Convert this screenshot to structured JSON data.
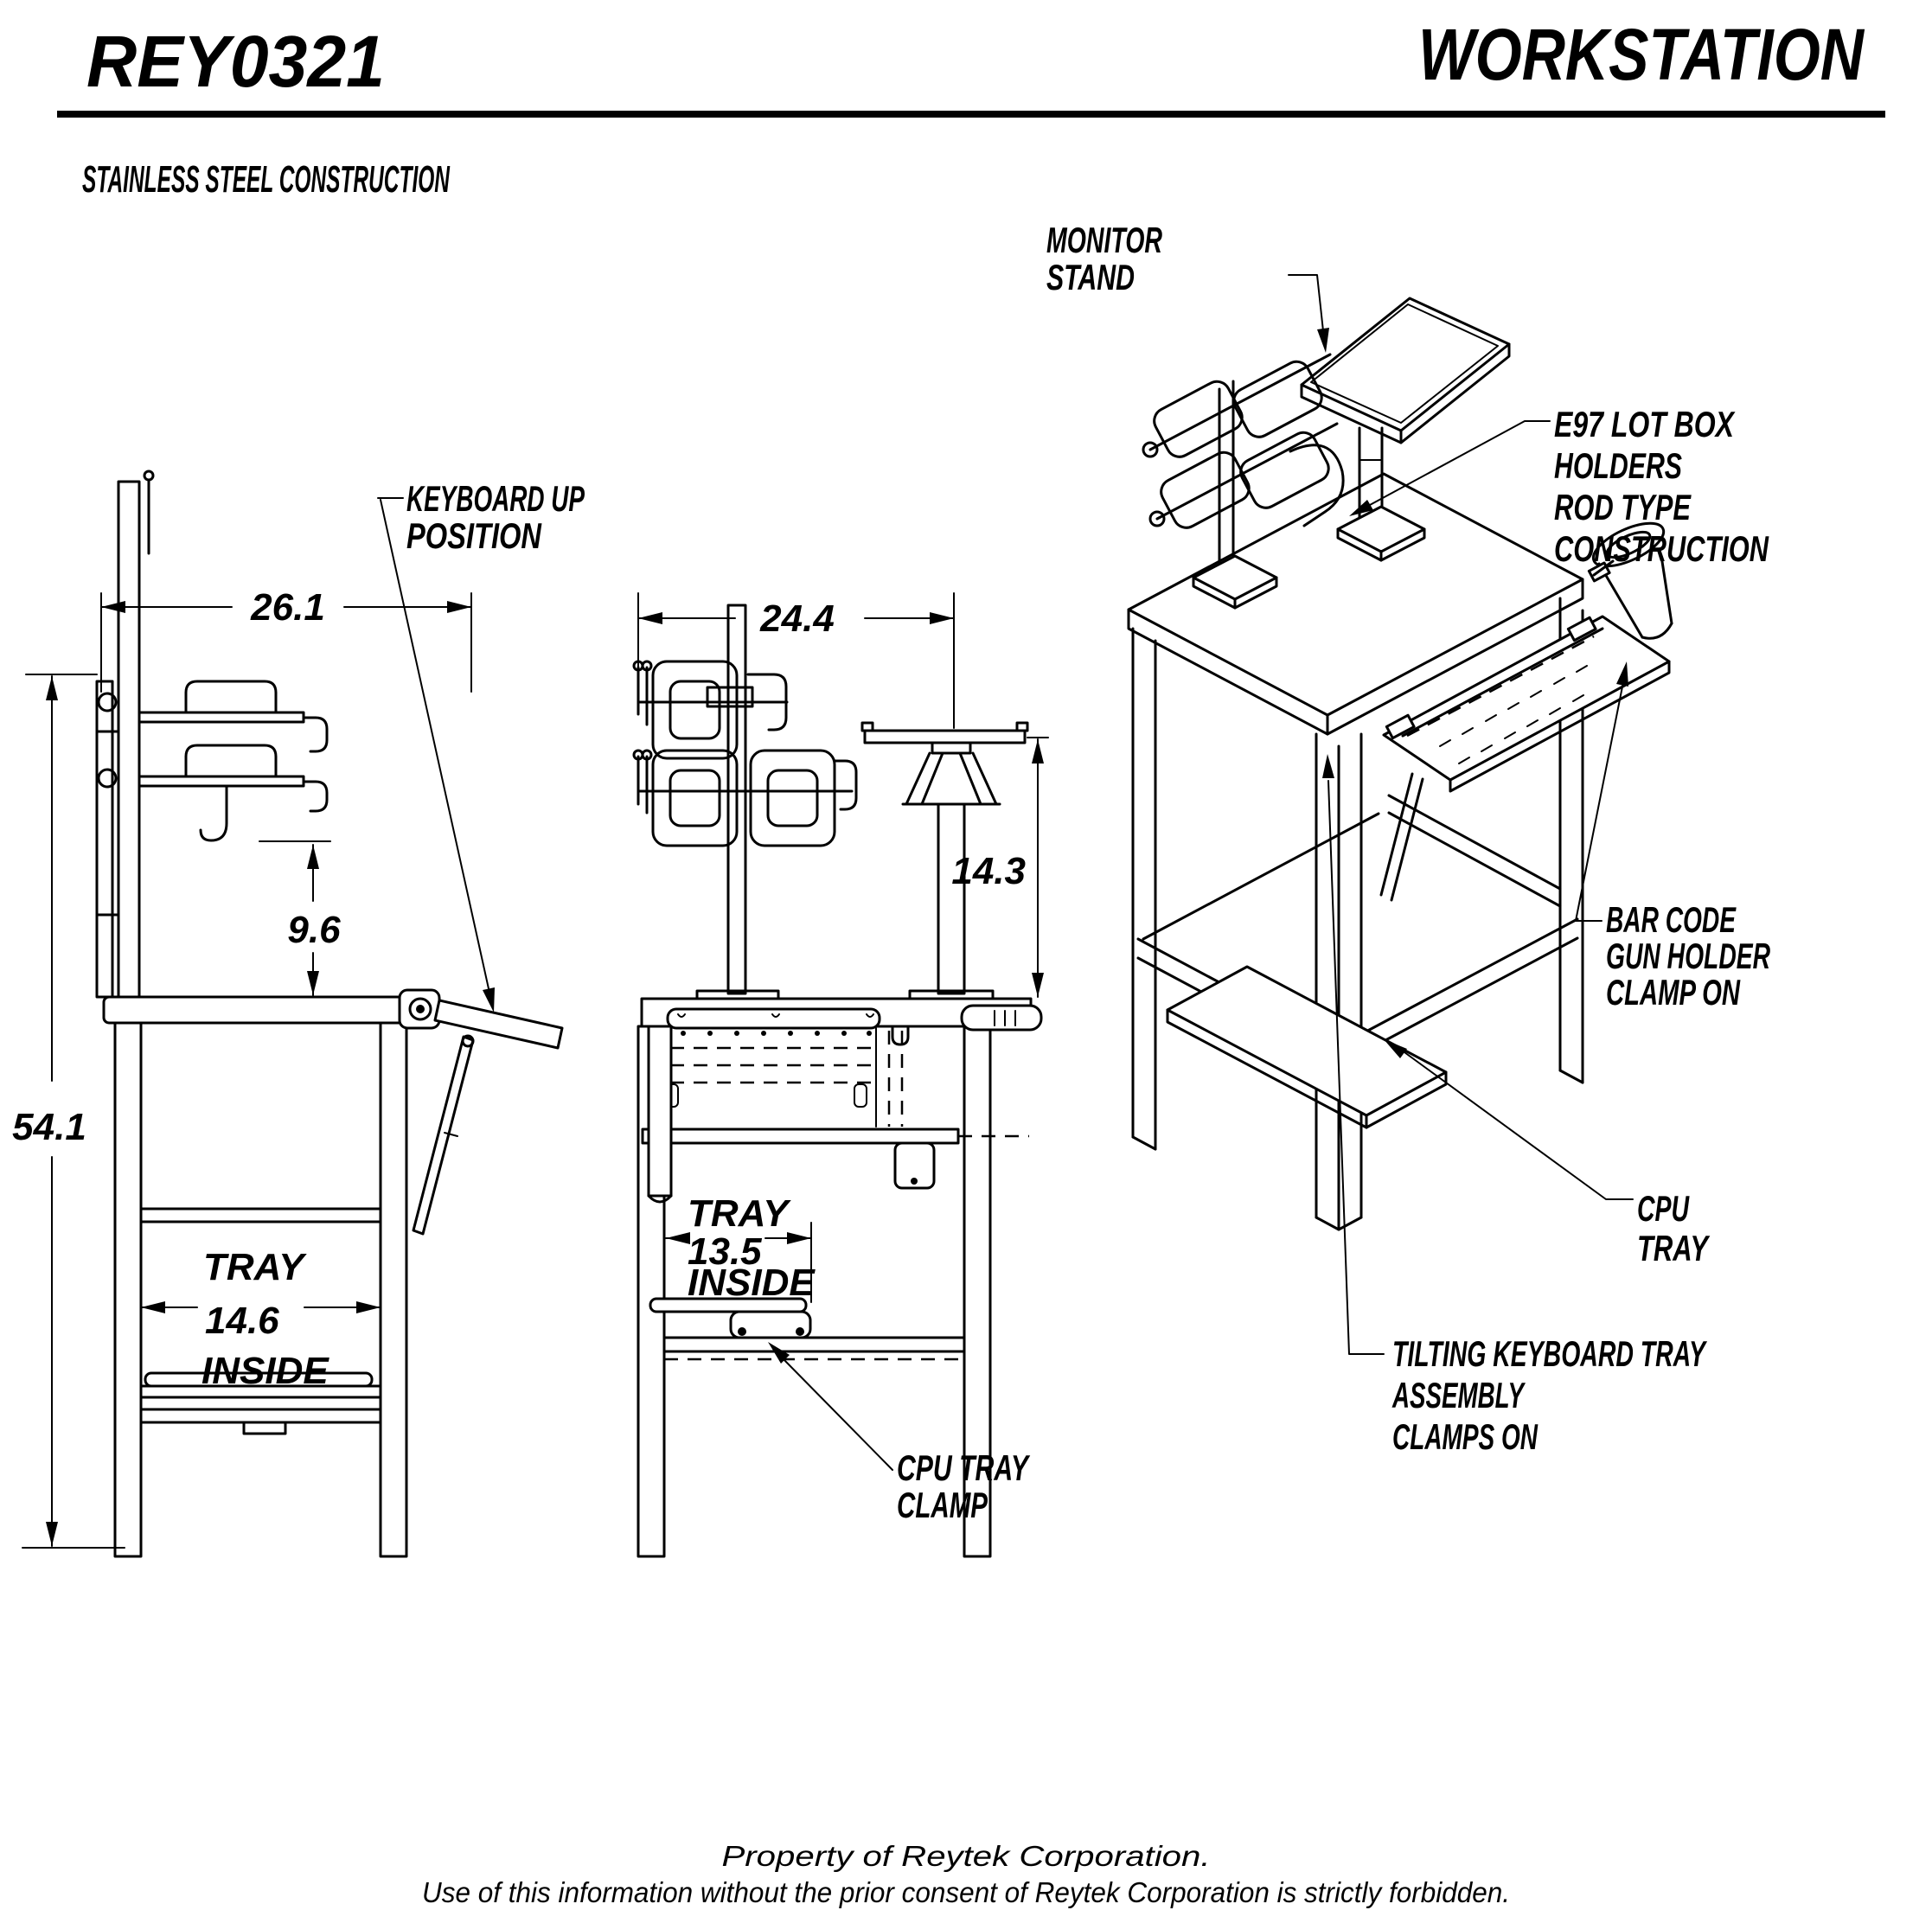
{
  "header": {
    "doc_code": "REY0321",
    "doc_title": "WORKSTATION",
    "subtitle": "STAINLESS STEEL CONSTRUCTION"
  },
  "colors": {
    "ink": "#000000",
    "paper": "#ffffff"
  },
  "views": {
    "side": {
      "width_dim": "26.1",
      "height_dim": "54.1",
      "holder_gap_dim": "9.6",
      "tray_label": [
        "TRAY",
        "14.6",
        "INSIDE"
      ],
      "keyboard_callout": [
        "KEYBOARD UP",
        "POSITION"
      ]
    },
    "front": {
      "width_dim": "24.4",
      "monitor_height_dim": "14.3",
      "tray_label": [
        "TRAY",
        "13.5",
        "INSIDE"
      ],
      "cpu_clamp_callout": [
        "CPU TRAY",
        "CLAMP"
      ]
    },
    "iso": {
      "monitor_callout": [
        "MONITOR",
        "STAND"
      ],
      "lotbox_callout": [
        "E97 LOT BOX",
        "HOLDERS",
        "ROD TYPE",
        "CONSTRUCTION"
      ],
      "barcode_callout": [
        "BAR CODE",
        "GUN HOLDER",
        "CLAMP ON"
      ],
      "cpu_tray_callout": [
        "CPU",
        "TRAY"
      ],
      "keyboard_callout": [
        "TILTING KEYBOARD TRAY",
        "ASSEMBLY",
        "CLAMPS ON"
      ]
    }
  },
  "footer": {
    "line1": "Property of Reytek Corporation.",
    "line2": "Use of this information without the prior consent of Reytek Corporation is strictly forbidden."
  }
}
